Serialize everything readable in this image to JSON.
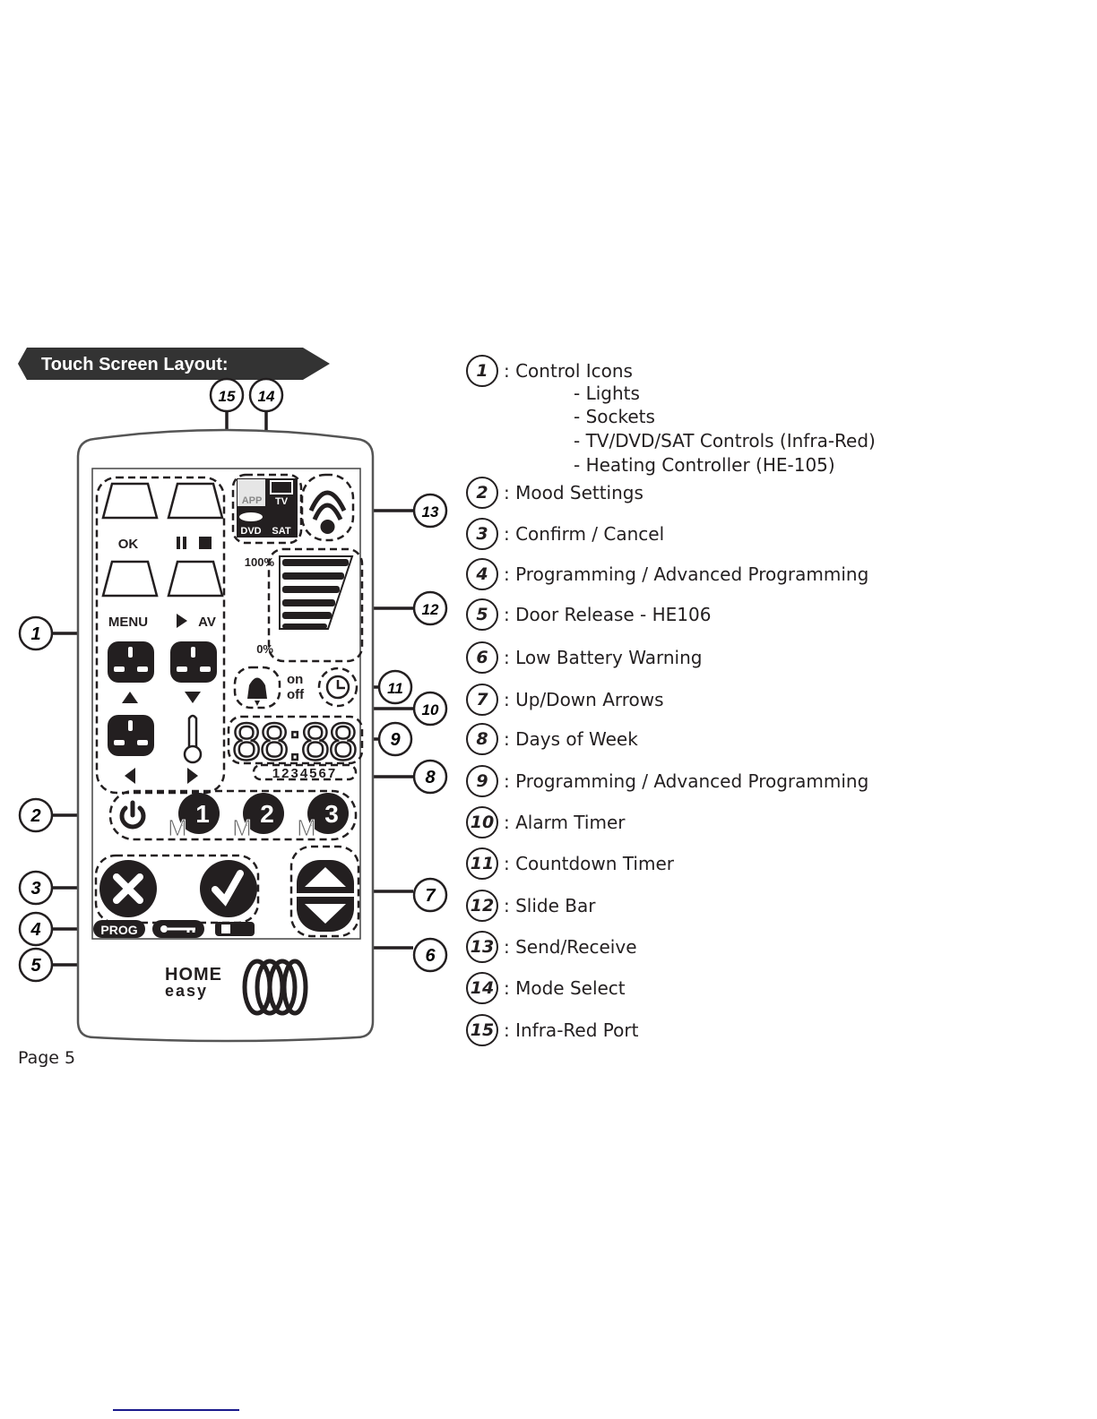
{
  "banner": {
    "title": "Touch Screen Layout:"
  },
  "remote": {
    "labels": {
      "ok": "OK",
      "menu": "MENU",
      "av": "AV",
      "app": "APP",
      "tv": "TV",
      "dvd": "DVD",
      "sat": "SAT",
      "pct_max": "100%",
      "pct_min": "0%",
      "on": "on",
      "off": "off",
      "digits": "88:88",
      "days": "1234567",
      "m": "M",
      "m1": "1",
      "m2": "2",
      "m3": "3",
      "prog": "PROG",
      "logo_home": "HOME",
      "logo_easy": "easy"
    }
  },
  "callouts": [
    "1",
    "2",
    "3",
    "4",
    "5",
    "6",
    "7",
    "8",
    "9",
    "10",
    "11",
    "12",
    "13",
    "14",
    "15"
  ],
  "legend": [
    {
      "num": "1",
      "text": ": Control Icons",
      "subitems": [
        "- Lights",
        "- Sockets",
        "- TV/DVD/SAT Controls (Infra-Red)",
        "- Heating Controller (HE-105)"
      ]
    },
    {
      "num": "2",
      "text": ": Mood Settings"
    },
    {
      "num": "3",
      "text": ": Confirm / Cancel"
    },
    {
      "num": "4",
      "text": ": Programming / Advanced Programming"
    },
    {
      "num": "5",
      "text": ": Door Release - HE106"
    },
    {
      "num": "6",
      "text": ": Low Battery Warning"
    },
    {
      "num": "7",
      "text": ": Up/Down Arrows"
    },
    {
      "num": "8",
      "text": ": Days of Week"
    },
    {
      "num": "9",
      "text": ": Programming / Advanced Programming"
    },
    {
      "num": "10",
      "text": ": Alarm Timer"
    },
    {
      "num": "11",
      "text": ": Countdown Timer"
    },
    {
      "num": "12",
      "text": ": Slide Bar"
    },
    {
      "num": "13",
      "text": ": Send/Receive"
    },
    {
      "num": "14",
      "text": ": Mode Select"
    },
    {
      "num": "15",
      "text": ": Infra-Red Port"
    }
  ],
  "footer": {
    "page": "Page 5"
  },
  "colors": {
    "ink": "#231f20",
    "banner": "#333333",
    "link": "#1a1a8c"
  }
}
